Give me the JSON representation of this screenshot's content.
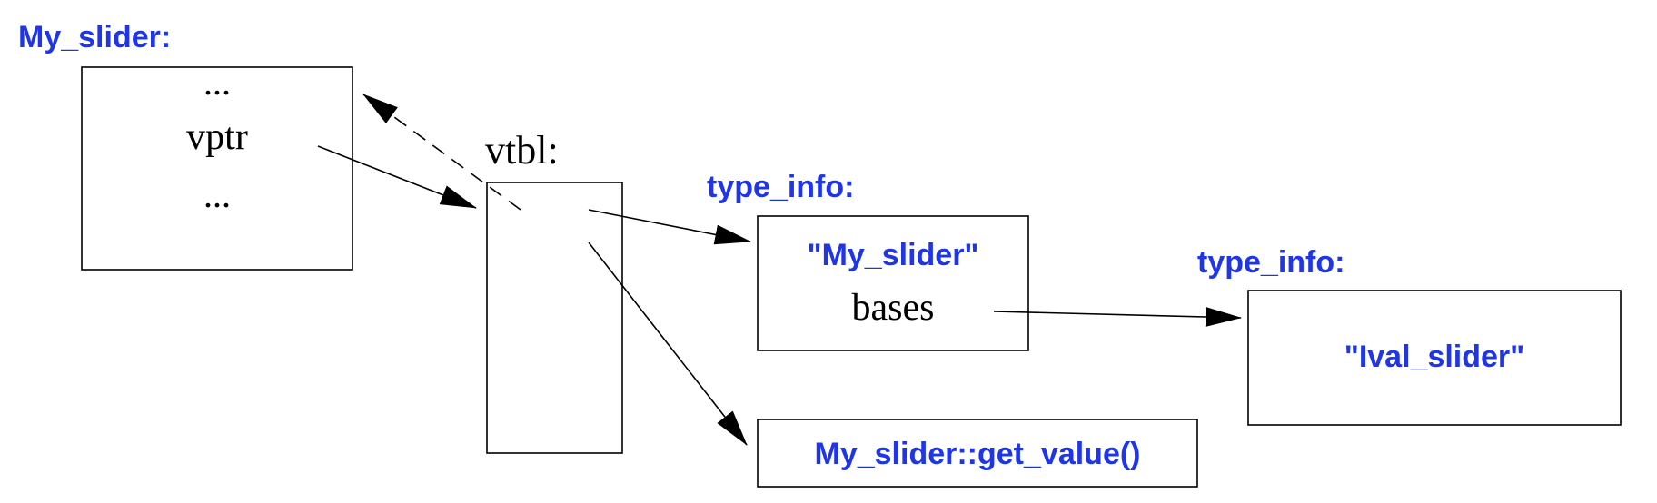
{
  "object": {
    "title": "My_slider:",
    "ellipsis_top": "...",
    "vptr": "vptr",
    "ellipsis_bottom": "..."
  },
  "vtbl": {
    "label": "vtbl:"
  },
  "type_info_1": {
    "title": "type_info:",
    "name": "\"My_slider\"",
    "bases": "bases"
  },
  "type_info_2": {
    "title": "type_info:",
    "name": "\"Ival_slider\""
  },
  "function": {
    "label": "My_slider::get_value()"
  },
  "colors": {
    "accent_blue": "#1f35e8",
    "ink": "#000000"
  }
}
